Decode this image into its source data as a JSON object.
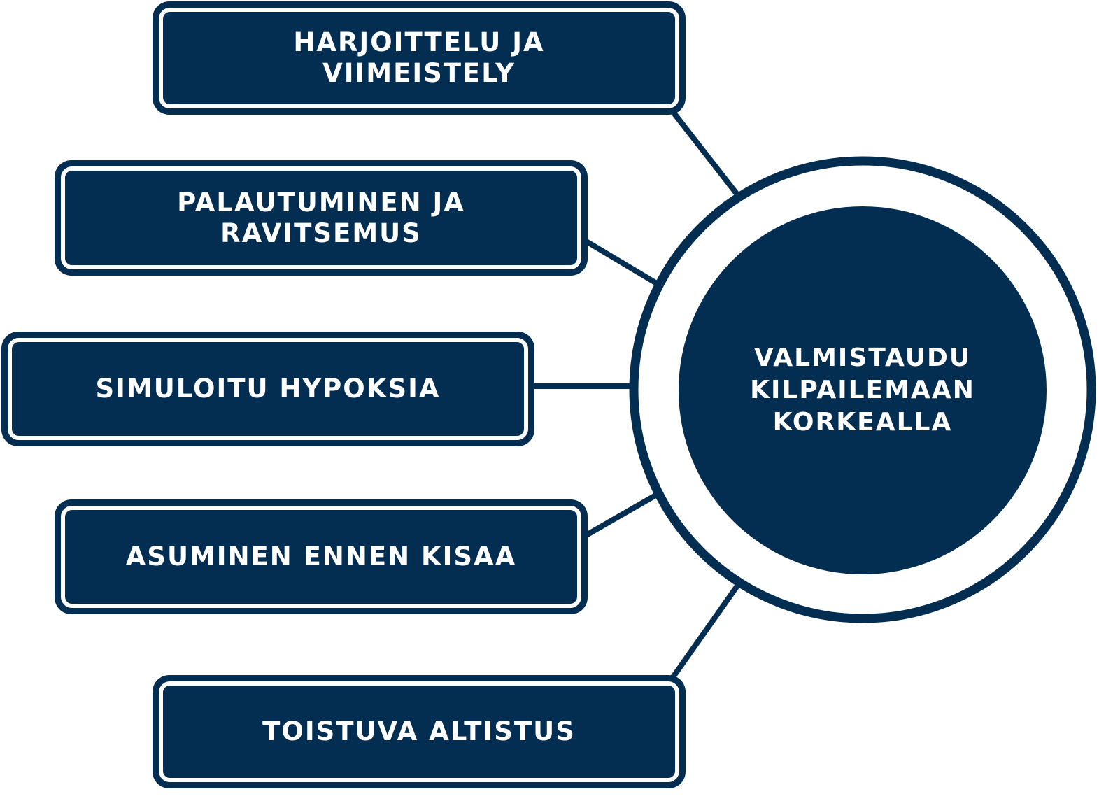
{
  "colors": {
    "primary": "#032d51",
    "ring": "#ffffff"
  },
  "center": {
    "label": "VALMISTAUDU KILPAILEMAAN KORKEALLA"
  },
  "items": [
    {
      "label": "HARJOITTELU JA VIIMEISTELY"
    },
    {
      "label": "PALAUTUMINEN JA RAVITSEMUS"
    },
    {
      "label": "SIMULOITU HYPOKSIA"
    },
    {
      "label": "ASUMINEN ENNEN KISAA"
    },
    {
      "label": "TOISTUVA ALTISTUS"
    }
  ]
}
